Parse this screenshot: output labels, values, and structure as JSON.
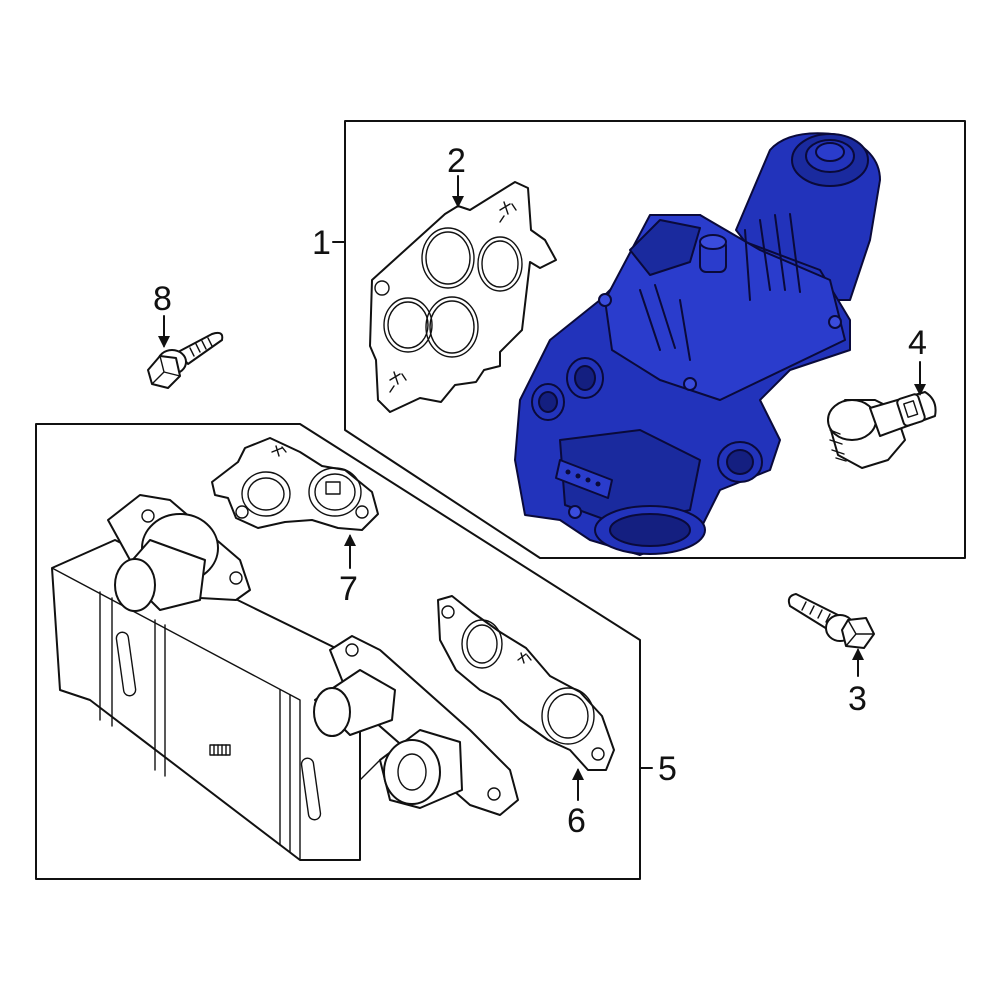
{
  "colors": {
    "highlight": "#2233bb",
    "highlight_dark": "#141f80",
    "line": "#111111",
    "background": "#ffffff"
  },
  "callouts": [
    "1",
    "2",
    "3",
    "4",
    "5",
    "6",
    "7",
    "8"
  ]
}
